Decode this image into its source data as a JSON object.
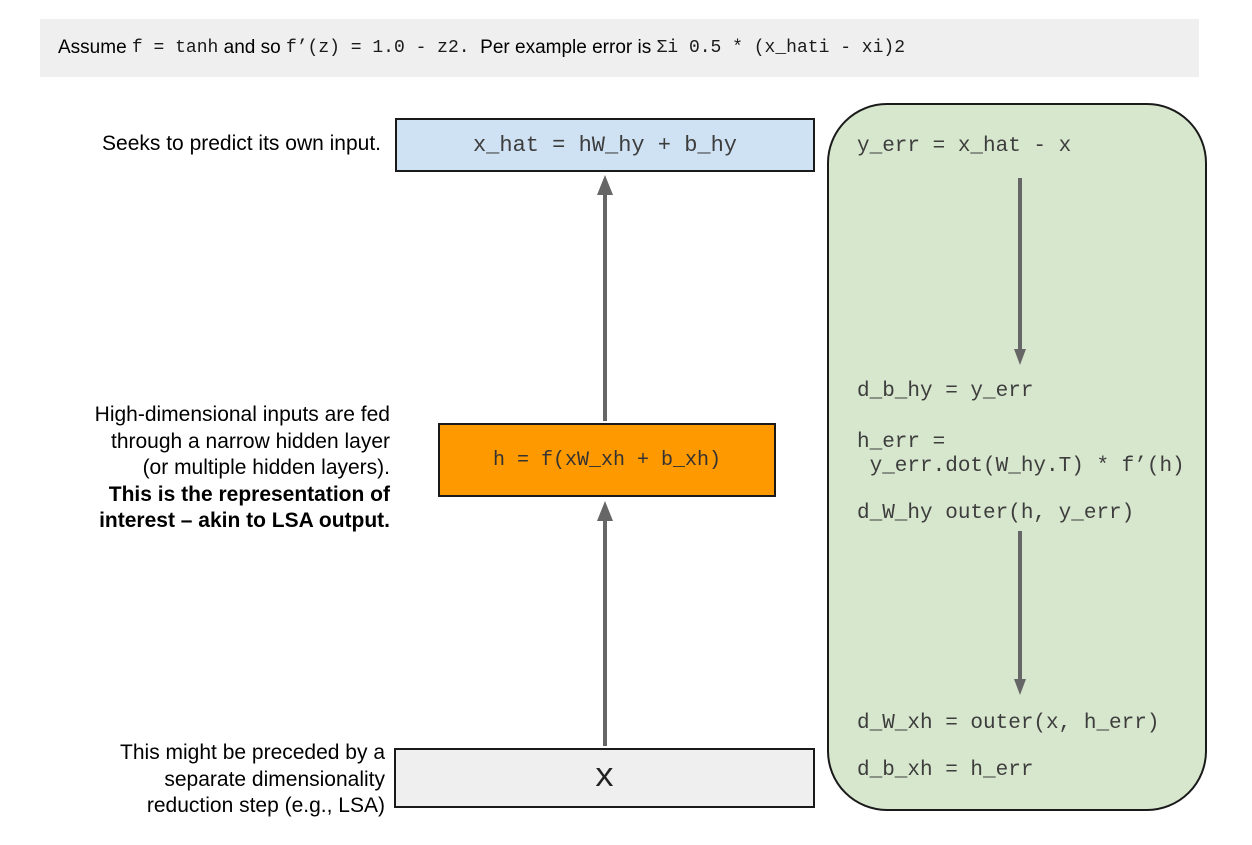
{
  "banner": {
    "segments": [
      {
        "text": "Assume "
      },
      {
        "text": "f = tanh"
      },
      {
        "text": " and so "
      },
      {
        "text": "f’(z) = 1.0 - z"
      },
      {
        "text": "2"
      },
      {
        "text": "."
      },
      {
        "text": "  Per example error is "
      },
      {
        "text": "Σ"
      },
      {
        "text": "i"
      },
      {
        "text": " 0.5 * (x_hat"
      },
      {
        "text": "i"
      },
      {
        "text": " - x"
      },
      {
        "text": "i"
      },
      {
        "text": ")"
      },
      {
        "text": "2"
      }
    ]
  },
  "annotations": {
    "predict": "Seeks to predict its own input.",
    "hidden_lines": [
      "High-dimensional inputs are fed",
      "through a narrow hidden layer",
      "(or multiple hidden layers)."
    ],
    "hidden_bold_lines": [
      "This is the representation of",
      "interest – akin to LSA output."
    ],
    "preceded_lines": [
      "This might be preceded by a",
      "separate dimensionality",
      "reduction step (e.g., LSA)"
    ]
  },
  "forward": {
    "output_formula": "x_hat = hW_hy + b_hy",
    "hidden_formula": "h = f(xW_xh + b_xh)",
    "input_label": "x"
  },
  "backprop": {
    "lines": [
      "y_err = x_hat - x",
      "d_b_hy = y_err",
      "h_err =",
      " y_err.dot(W_hy.T) * f’(h)",
      "d_W_hy outer(h, y_err)",
      "d_W_xh = outer(x, h_err)",
      "d_b_xh = h_err"
    ]
  },
  "colors": {
    "banner_bg": "#efefef",
    "output_box_bg": "#cfe2f3",
    "hidden_box_bg": "#ff9900",
    "input_box_bg": "#efefef",
    "backprop_panel_bg": "#d7e7cd",
    "arrow": "#666666",
    "code_text": "#3d3d3d"
  }
}
